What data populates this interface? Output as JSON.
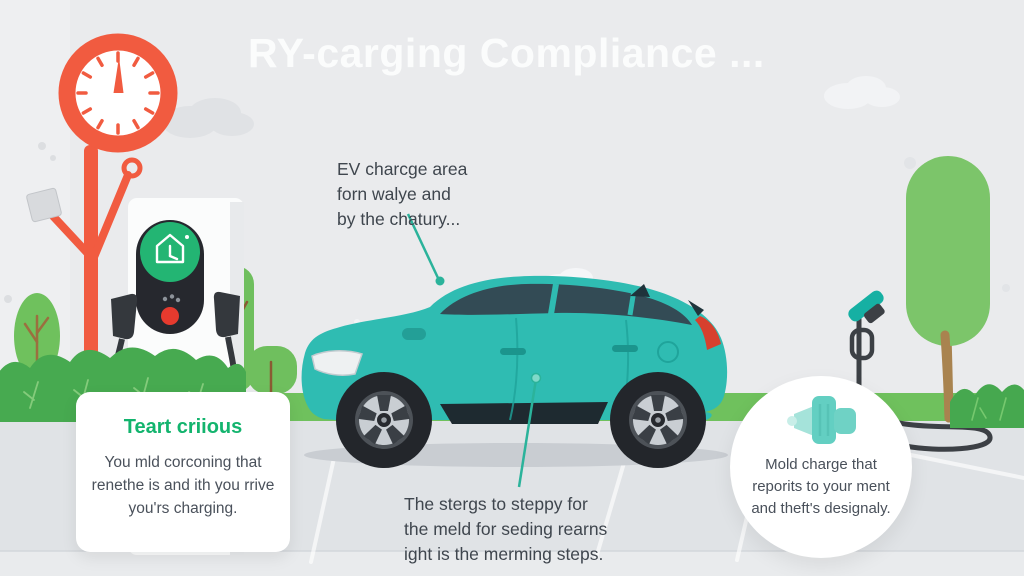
{
  "title": "RY-carging Compliance ...",
  "callouts": {
    "top": {
      "lines": [
        "EV charcge area",
        "forn walye and",
        "by the chatury..."
      ]
    },
    "bottom": {
      "lines": [
        "The stergs to steppy for",
        "the meld for seding rearns",
        "ight is the merming steps."
      ]
    }
  },
  "card": {
    "heading": "Teart criious",
    "lines": [
      "You mld corconing that",
      "renethe is and ith you rrive",
      "you'rs charging."
    ]
  },
  "circle_note": {
    "lines": [
      "Mold charge that",
      "reporits to your ment",
      "and theft's designaly."
    ]
  },
  "colors": {
    "background": "#eaebed",
    "ground": "#e0e3e6",
    "grass": "#6fc15d",
    "accent_orange": "#f15b40",
    "accent_teal_car": "#2fbcb2",
    "accent_green_badge": "#23b573",
    "heading_green": "#13b46e",
    "annotation_text": "#3f464e",
    "pointer_teal": "#2bb39b",
    "alert_red": "#e63a2e"
  },
  "icons": {
    "clock": "timer-clock",
    "station_badge": "house-clock",
    "station_button": "red-status-dot",
    "note_icon": "charger-plug"
  }
}
